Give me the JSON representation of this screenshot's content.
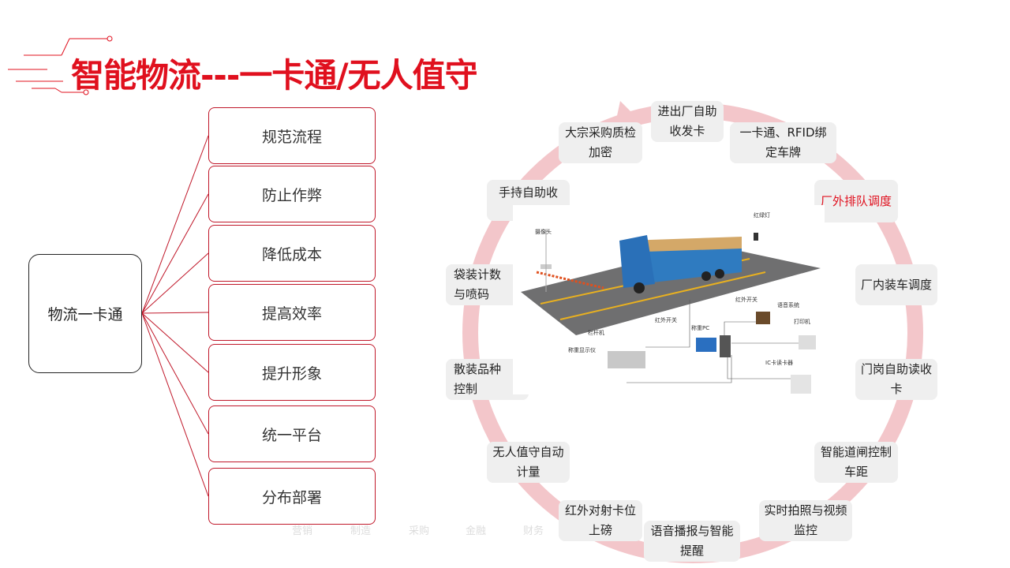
{
  "header": {
    "title": "智能物流---一卡通/无人值守"
  },
  "hub": {
    "label": "物流一卡通"
  },
  "benefits": [
    "规范流程",
    "防止作弊",
    "降低成本",
    "提高效率",
    "提升形象",
    "统一平台",
    "分布部署"
  ],
  "cycle": [
    {
      "text": "进出厂自助收发卡",
      "highlight": false
    },
    {
      "text": "一卡通、RFID绑定车牌",
      "highlight": false
    },
    {
      "text": "厂外排队调度",
      "highlight": true
    },
    {
      "text": "厂内装车调度",
      "highlight": false
    },
    {
      "text": "门岗自助读收卡",
      "highlight": false
    },
    {
      "text": "智能道闸控制车距",
      "highlight": false
    },
    {
      "text": "实时拍照与视频监控",
      "highlight": false
    },
    {
      "text": "语音播报与智能提醒",
      "highlight": false
    },
    {
      "text": "红外对射卡位上磅",
      "highlight": false
    },
    {
      "text": "无人值守自动计量",
      "highlight": false
    },
    {
      "text": "散装品种控制",
      "highlight": false
    },
    {
      "text": "袋装计数与喷码",
      "highlight": false
    },
    {
      "text": "手持自助收",
      "highlight": false
    },
    {
      "text": "大宗采购质检加密",
      "highlight": false
    }
  ],
  "diagram_labels": {
    "camera": "摄像头",
    "traffic_light": "红绿灯",
    "ir1": "红外开关",
    "ir2": "红外开关",
    "barrier": "栏杆机",
    "display": "称重显示仪",
    "pc": "称重PC",
    "voice": "语音系统",
    "printer": "打印机",
    "card_reader": "IC卡读卡器"
  },
  "bg_nav": [
    "营销",
    "制造",
    "采购",
    "金融",
    "财务"
  ],
  "colors": {
    "accent": "#e0101e",
    "ring": "#f3c6ca",
    "box": "#efefef"
  }
}
